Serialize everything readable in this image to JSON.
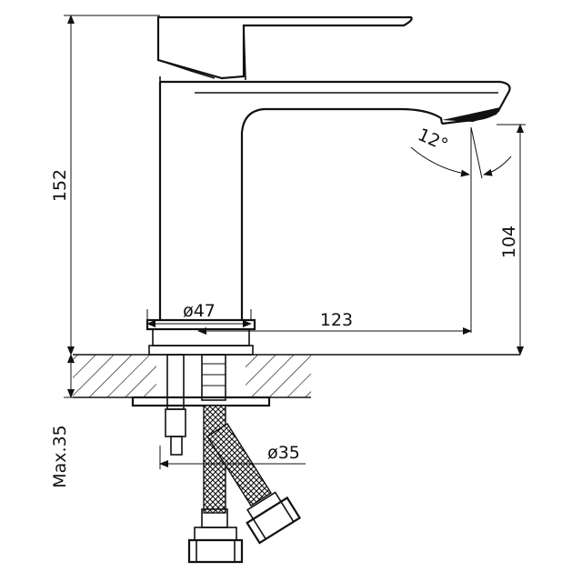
{
  "dimensions": {
    "height_total": "152",
    "spout_height": "104",
    "base_diameter": "ø47",
    "spout_reach": "123",
    "angle": "12°",
    "max_thickness": "Max.35",
    "hole_diameter": "ø35"
  },
  "colors": {
    "line": "#111111",
    "background": "#ffffff"
  }
}
